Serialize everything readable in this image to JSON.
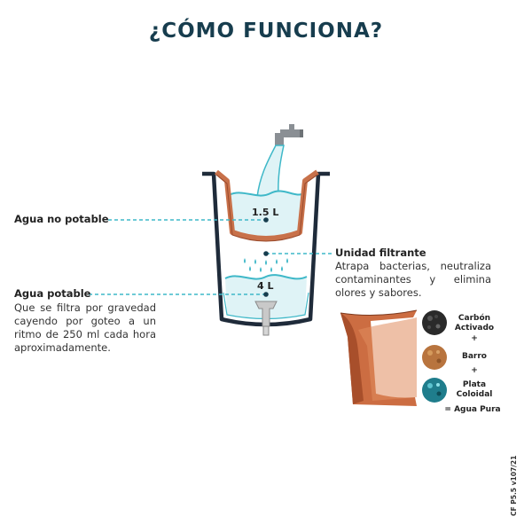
{
  "title": "¿CÓMO FUNCIONA?",
  "labels": {
    "agua_no_potable": "Agua no potable",
    "unidad_filtrante": "Unidad filtrante",
    "unidad_filtrante_desc": "Atrapa bacterias, neutraliza contaminantes y elimina olores y sabores.",
    "agua_potable": "Agua potable",
    "agua_potable_desc": "Que se filtra por gravedad cayendo por goteo a un ritmo de 250 ml cada hora aproximadamente."
  },
  "capacities": {
    "upper": "1.5 L",
    "lower": "4 L"
  },
  "materials": [
    {
      "name": "Carbón Activado",
      "color": "#2a2a2a"
    },
    {
      "name": "Barro",
      "color": "#b8743e"
    },
    {
      "name": "Plata Coloidal",
      "color": "#1f7d8c"
    }
  ],
  "plus": "+",
  "result": "= Agua Pura",
  "version": "CF P5.5 v107/21",
  "colors": {
    "water_line": "#3fb8c8",
    "water_fill": "#dff3f6",
    "clay": "#c8714a",
    "clay_dark": "#9a4a2c",
    "outline": "#1f2b3a"
  }
}
